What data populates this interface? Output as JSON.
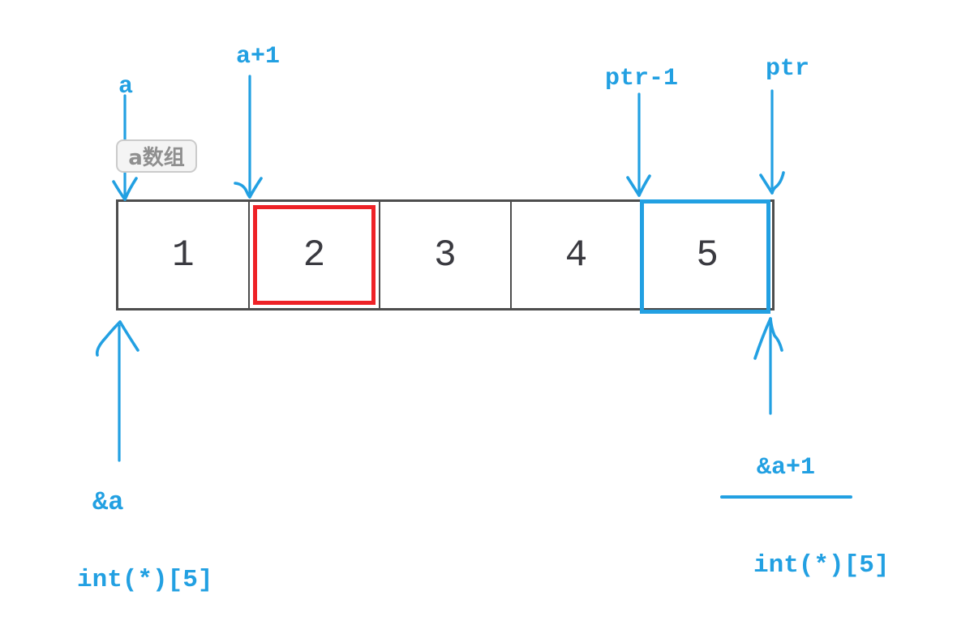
{
  "colors": {
    "background": "#ffffff",
    "blue": "#22a0e2",
    "red": "#ee2227",
    "array_border": "#4d4d4d",
    "cell_text": "#3a3a40",
    "tag_border": "#cbcbcb",
    "tag_bg": "#f4f4f4",
    "tag_text": "#8f8f8f"
  },
  "array": {
    "tag_label": "a数组",
    "cells": [
      {
        "value": "1",
        "highlight": "none"
      },
      {
        "value": "2",
        "highlight": "red"
      },
      {
        "value": "3",
        "highlight": "none"
      },
      {
        "value": "4",
        "highlight": "none"
      },
      {
        "value": "5",
        "highlight": "blue"
      }
    ]
  },
  "pointer_labels": {
    "a": "a",
    "a_plus_1": "a+1",
    "ptr_minus_1": "ptr-1",
    "ptr": "ptr"
  },
  "address_labels": {
    "amp_a": "&a",
    "type_left": "int(*)[5]",
    "amp_a_plus_1": "&a+1",
    "type_right": "int(*)[5]"
  }
}
